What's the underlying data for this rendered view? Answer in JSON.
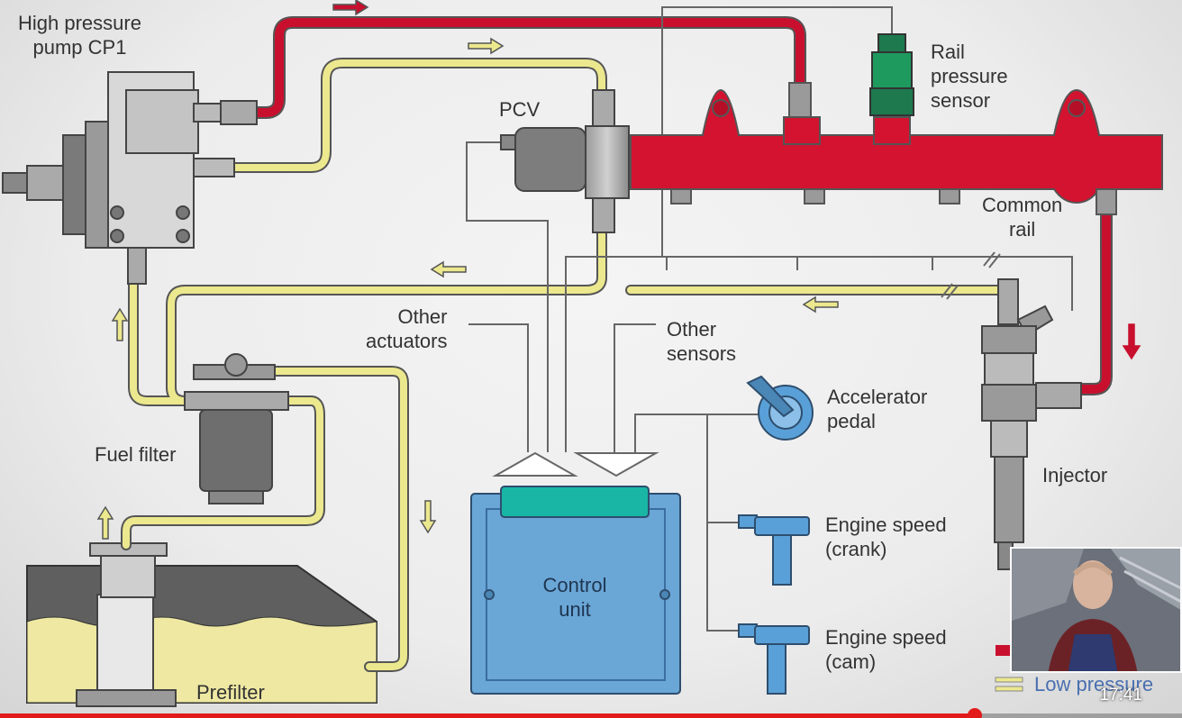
{
  "labels": {
    "high_pressure_pump": [
      "High pressure",
      "pump CP1"
    ],
    "pcv": "PCV",
    "rail_pressure_sensor": [
      "Rail",
      "pressure",
      "sensor"
    ],
    "common_rail": [
      "Common",
      "rail"
    ],
    "other_actuators": [
      "Other",
      "actuators"
    ],
    "other_sensors": [
      "Other",
      "sensors"
    ],
    "accelerator_pedal": [
      "Accelerator",
      "pedal"
    ],
    "fuel_filter": "Fuel filter",
    "injector": "Injector",
    "engine_speed_crank": [
      "Engine speed",
      "(crank)"
    ],
    "engine_speed_cam": [
      "Engine speed",
      "(cam)"
    ],
    "control_unit": [
      "Control",
      "unit"
    ],
    "prefilter": "Prefilter"
  },
  "legend": {
    "low_pressure": "Low pressure"
  },
  "colors": {
    "high_pressure_line": "#c8102e",
    "low_pressure_line": "#e9e48a",
    "control_unit": "#6aa6d6",
    "sensor_blue": "#5aa0d8",
    "rail_sensor_green": "#1e7a4e"
  },
  "video": {
    "timestamp": "17:41",
    "progress": 0.825
  }
}
